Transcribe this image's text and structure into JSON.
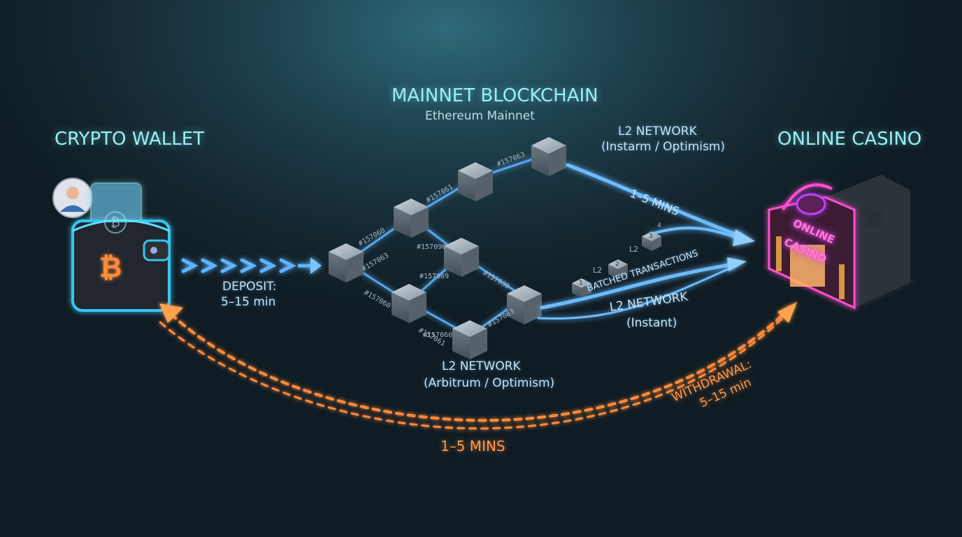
{
  "title_wallet": "CRYPTO WALLET",
  "title_mainnet": "MAINNET BLOCKCHAIN",
  "subtitle_mainnet": "Ethereum Mainnet",
  "title_casino": "ONLINE CASINO",
  "casino_sign": "ONLINE CASINO",
  "l2_top": {
    "title": "L2 NETWORK",
    "subtitle": "(Instarm / Optimism)",
    "time": "1–5 MINS"
  },
  "l2_right": {
    "title": "L2 NETWORK",
    "subtitle": "(Instant)"
  },
  "l2_bottom": {
    "title": "L2 NETWORK",
    "subtitle": "(Arbitrum / Optimism)"
  },
  "batched": "BATCHED TRANSACTIONS",
  "batch_cubes": [
    "1",
    "2",
    "3",
    "4"
  ],
  "batch_markers": [
    "L2",
    "L2"
  ],
  "deposit": {
    "line1": "DEPOSIT:",
    "line2": "5–15 min"
  },
  "withdrawal": {
    "line1": "WITHDRAWAL:",
    "line2": "5–15 min"
  },
  "bottom_time": "1–5  MINS",
  "block_ids": [
    "#157060",
    "#157061",
    "#157063",
    "#157090",
    "#157069",
    "#157060",
    "#157030",
    "#157061",
    "#157063",
    "#157063",
    "#157060"
  ],
  "colors": {
    "cyan": "#8fe6ee",
    "blue_arrow": "#5fb4ff",
    "orange_arrow": "#ff8a3a",
    "neon_pink": "#ff4fd0"
  },
  "icons": [
    "user-avatar-icon",
    "bitcoin-icon",
    "wallet-icon",
    "casino-building-icon"
  ]
}
